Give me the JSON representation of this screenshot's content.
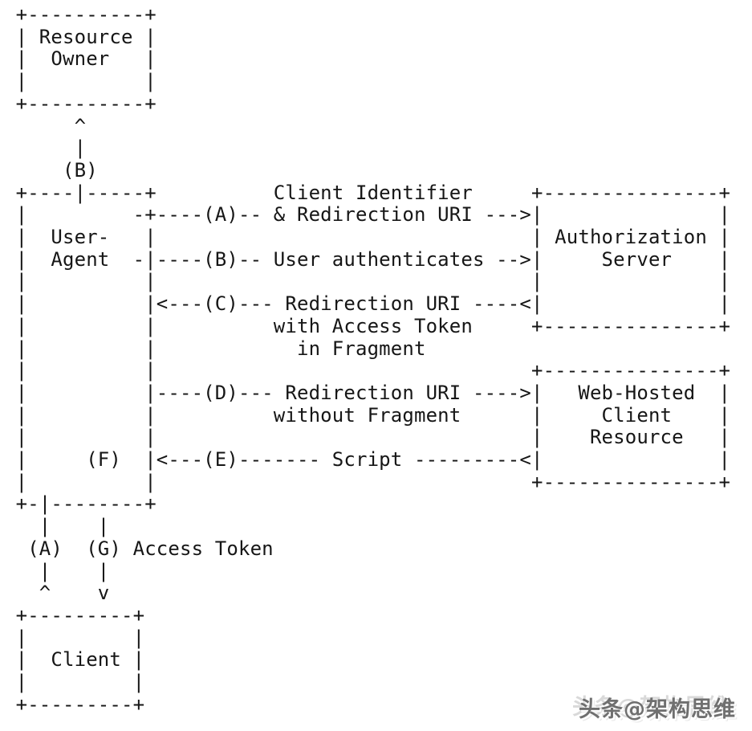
{
  "diagram": {
    "ascii": [
      " +----------+",
      " | Resource |",
      " |  Owner   |",
      " |          |",
      " +----------+",
      "      ^",
      "      |",
      "     (B)",
      " +----|-----+          Client Identifier     +---------------+",
      " |         -+----(A)-- & Redirection URI --->|               |",
      " |  User-   |                                | Authorization |",
      " |  Agent  -|----(B)-- User authenticates -->|     Server    |",
      " |          |                                |               |",
      " |          |<---(C)--- Redirection URI ----<|               |",
      " |          |          with Access Token     +---------------+",
      " |          |            in Fragment",
      " |          |                                +---------------+",
      " |          |----(D)--- Redirection URI ---->|   Web-Hosted  |",
      " |          |          without Fragment      |     Client    |",
      " |          |                                |    Resource   |",
      " |     (F)  |<---(E)------- Script ---------<|               |",
      " |          |                                +---------------+",
      " +-|--------+",
      "   |    |",
      "  (A)  (G) Access Token",
      "   |    |",
      "   ^    v",
      " +---------+",
      " |         |",
      " |  Client |",
      " |         |",
      " +---------+"
    ],
    "nodes": [
      "Resource Owner",
      "User-Agent",
      "Authorization Server",
      "Web-Hosted Client Resource",
      "Client"
    ],
    "steps": [
      {
        "label": "(A)",
        "text": "Client Identifier & Redirection URI"
      },
      {
        "label": "(B)",
        "text": "User authenticates"
      },
      {
        "label": "(C)",
        "text": "Redirection URI with Access Token in Fragment"
      },
      {
        "label": "(D)",
        "text": "Redirection URI without Fragment"
      },
      {
        "label": "(E)",
        "text": "Script"
      },
      {
        "label": "(F)",
        "text": ""
      },
      {
        "label": "(G)",
        "text": "Access Token"
      }
    ]
  },
  "watermark": {
    "text": "头条@架构思维"
  },
  "colors": {
    "background": "#ffffff",
    "diagram_text": "#161616",
    "watermark_text": "#6f6f6f",
    "watermark_ghost": "#d9d9d9"
  }
}
